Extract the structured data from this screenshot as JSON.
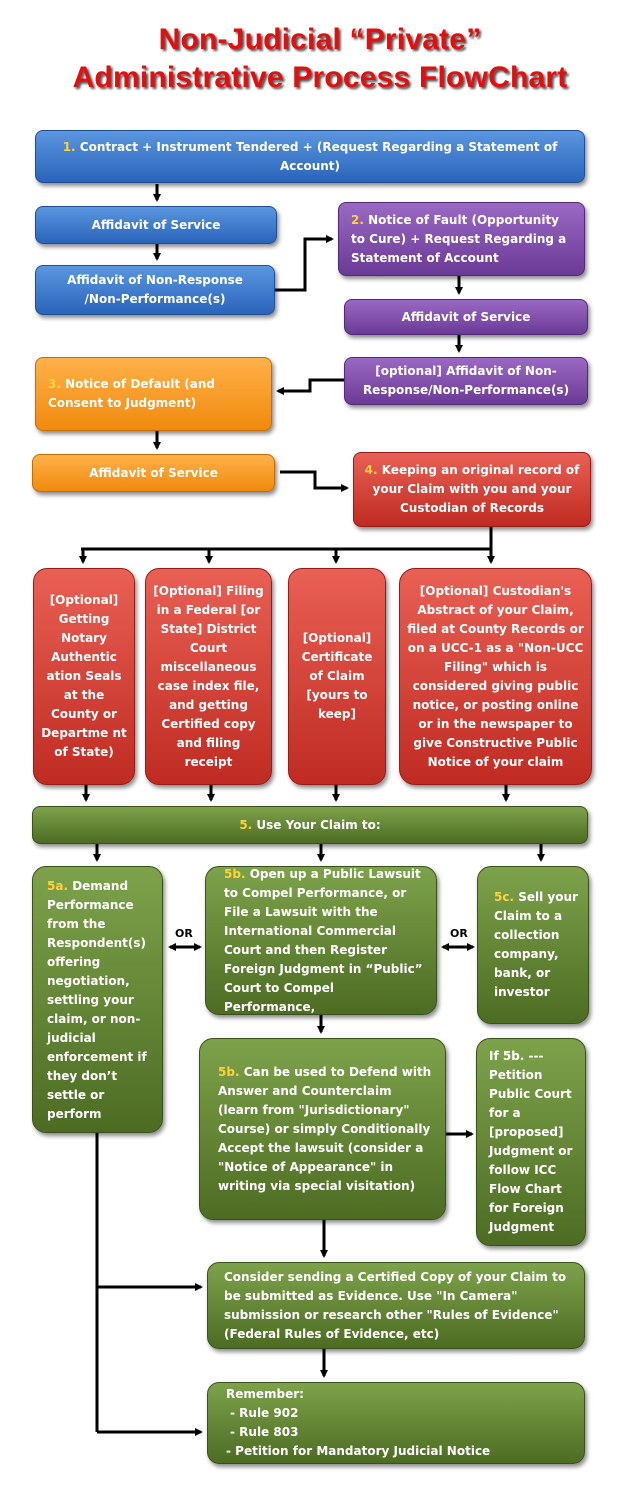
{
  "title": {
    "line1": "Non-Judicial “Private”",
    "line2": "Administrative Process FlowChart"
  },
  "step1": {
    "num": "1.",
    "text": "Contract + Instrument Tendered + (Request Regarding a Statement of Account)"
  },
  "affidavit_service_1": "Affidavit of Service",
  "affidavit_nonresponse_1": "Affidavit of Non-Response\n/Non-Performance(s)",
  "step2": {
    "num": "2.",
    "text": "Notice of Fault (Opportunity to Cure) + Request Regarding a Statement of Account"
  },
  "affidavit_service_2": "Affidavit of Service",
  "affidavit_nonresponse_2": "[optional] Affidavit of Non-Response/Non-Performance(s)",
  "step3": {
    "num": "3.",
    "text": "Notice of Default (and Consent to Judgment)"
  },
  "affidavit_service_3": "Affidavit of Service",
  "step4": {
    "num": "4.",
    "text": "Keeping an original record of your Claim with you and your Custodian of Records"
  },
  "optional_boxes": [
    "[Optional] Getting Notary Authentic ation Seals at the County or Departme nt of State)",
    "[Optional] Filing in a Federal [or State] District Court miscellaneous case index file, and getting Certified copy and filing receipt",
    "[Optional] Certificate of Claim [yours to keep]",
    "[Optional] Custodian's Abstract of your Claim, filed at County Records or on a UCC-1 as a \"Non-UCC Filing\" which is considered giving public notice, or posting online or in the newspaper to give Constructive Public Notice of your claim"
  ],
  "step5": {
    "num": "5.",
    "text": "Use Your Claim to:"
  },
  "step5a": {
    "num": "5a.",
    "text": "Demand Performance from the Respondent(s) offering negotiation, settling your claim, or non-judicial enforcement if they don’t settle or perform"
  },
  "step5b_1": {
    "num": "5b.",
    "text": "Open up a Public Lawsuit to Compel Performance, or File a Lawsuit with the International Commercial Court and then Register Foreign Judgment in “Public” Court to Compel Performance,"
  },
  "step5c": {
    "num": "5c.",
    "text": "Sell your Claim to a collection company, bank, or investor"
  },
  "or_labels": [
    "OR",
    "OR"
  ],
  "step5b_2": {
    "num": "5b.",
    "text": "Can be used to Defend with Answer and Counterclaim (learn from \"Jurisdictionary\" Course) or simply Conditionally Accept the lawsuit (consider a \"Notice of Appearance\" in writing via special visitation)"
  },
  "if5b": "If 5b. --- Petition Public Court for a [proposed] Judgment or follow ICC Flow Chart for Foreign Judgment",
  "certified_copy": "Consider sending a Certified Copy of your Claim to be submitted as Evidence. Use \"In Camera\" submission or research other \"Rules of Evidence\" (Federal Rules of Evidence, etc)",
  "remember": {
    "heading": "Remember:",
    "items": [
      "- Rule 902",
      "- Rule  803",
      "- Petition for Mandatory Judicial Notice"
    ]
  },
  "colors": {
    "blue": "#2a64bb",
    "purple": "#6a3a96",
    "orange": "#f08a0d",
    "red": "#bf2b22",
    "green": "#4d6c23",
    "title": "#e01010",
    "step_number": "#ffd23a"
  }
}
